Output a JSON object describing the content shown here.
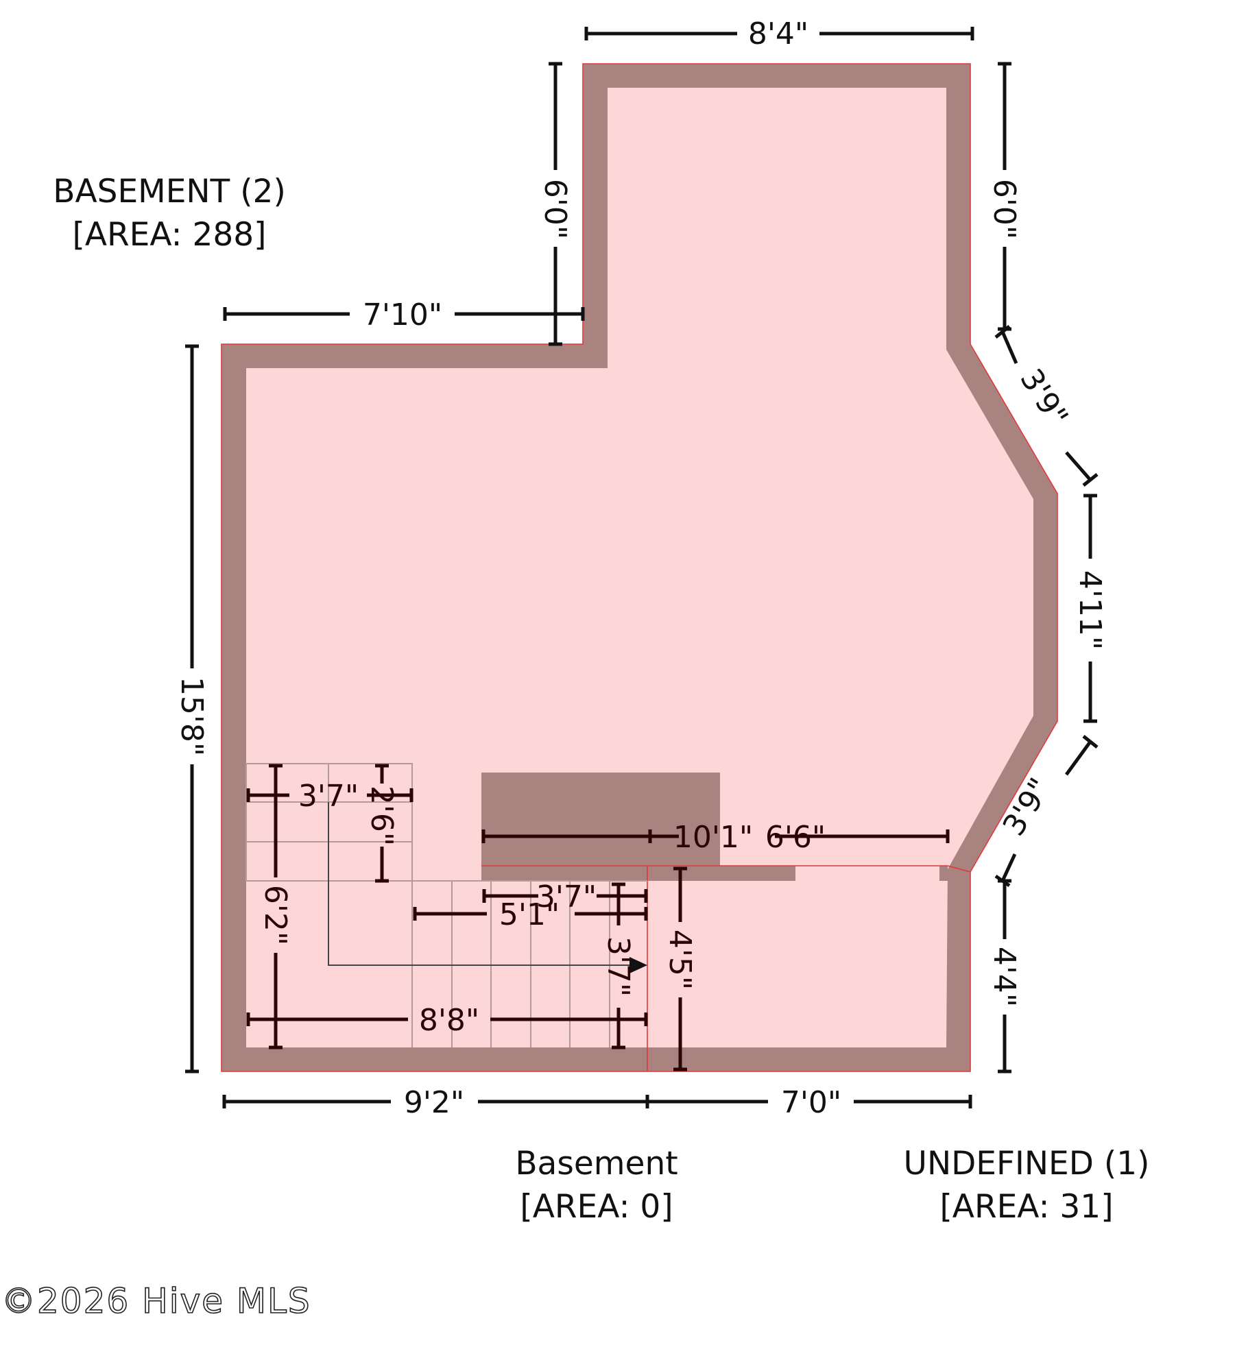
{
  "rooms": {
    "basement_2": {
      "name": "BASEMENT (2)",
      "area": "[AREA: 288]"
    },
    "basement": {
      "name": "Basement",
      "area": "[AREA: 0]"
    },
    "undefined_1": {
      "name": "UNDEFINED (1)",
      "area": "[AREA: 31]"
    }
  },
  "dimensions": {
    "top": "8'4\"",
    "left_notch_vertical": "6'0\"",
    "right_upper_vertical": "6'0\"",
    "left_notch_horizontal": "7'10\"",
    "left_total": "15'8\"",
    "diag_upper": "3'9\"",
    "right_middle": "4'11\"",
    "diag_lower": "3'9\"",
    "right_lower": "4'4\"",
    "bottom_left": "9'2\"",
    "bottom_right": "7'0\"",
    "stair_width": "3'7\"",
    "stair_landing": "2'6\"",
    "stair_run": "6'2\"",
    "inner_top_left": "10'1\"",
    "inner_top_right": "6'6\"",
    "inner_mid": "3'7\"",
    "inner_mid_long": "5'1\"",
    "stair_arrow": "3'7\"",
    "partition": "4'5\"",
    "stair_bottom": "8'8\""
  },
  "watermark": "©2026 Hive MLS",
  "colors": {
    "wall": "#a98380",
    "floor": "#fdd7d8",
    "outline": "#e03a3a"
  }
}
